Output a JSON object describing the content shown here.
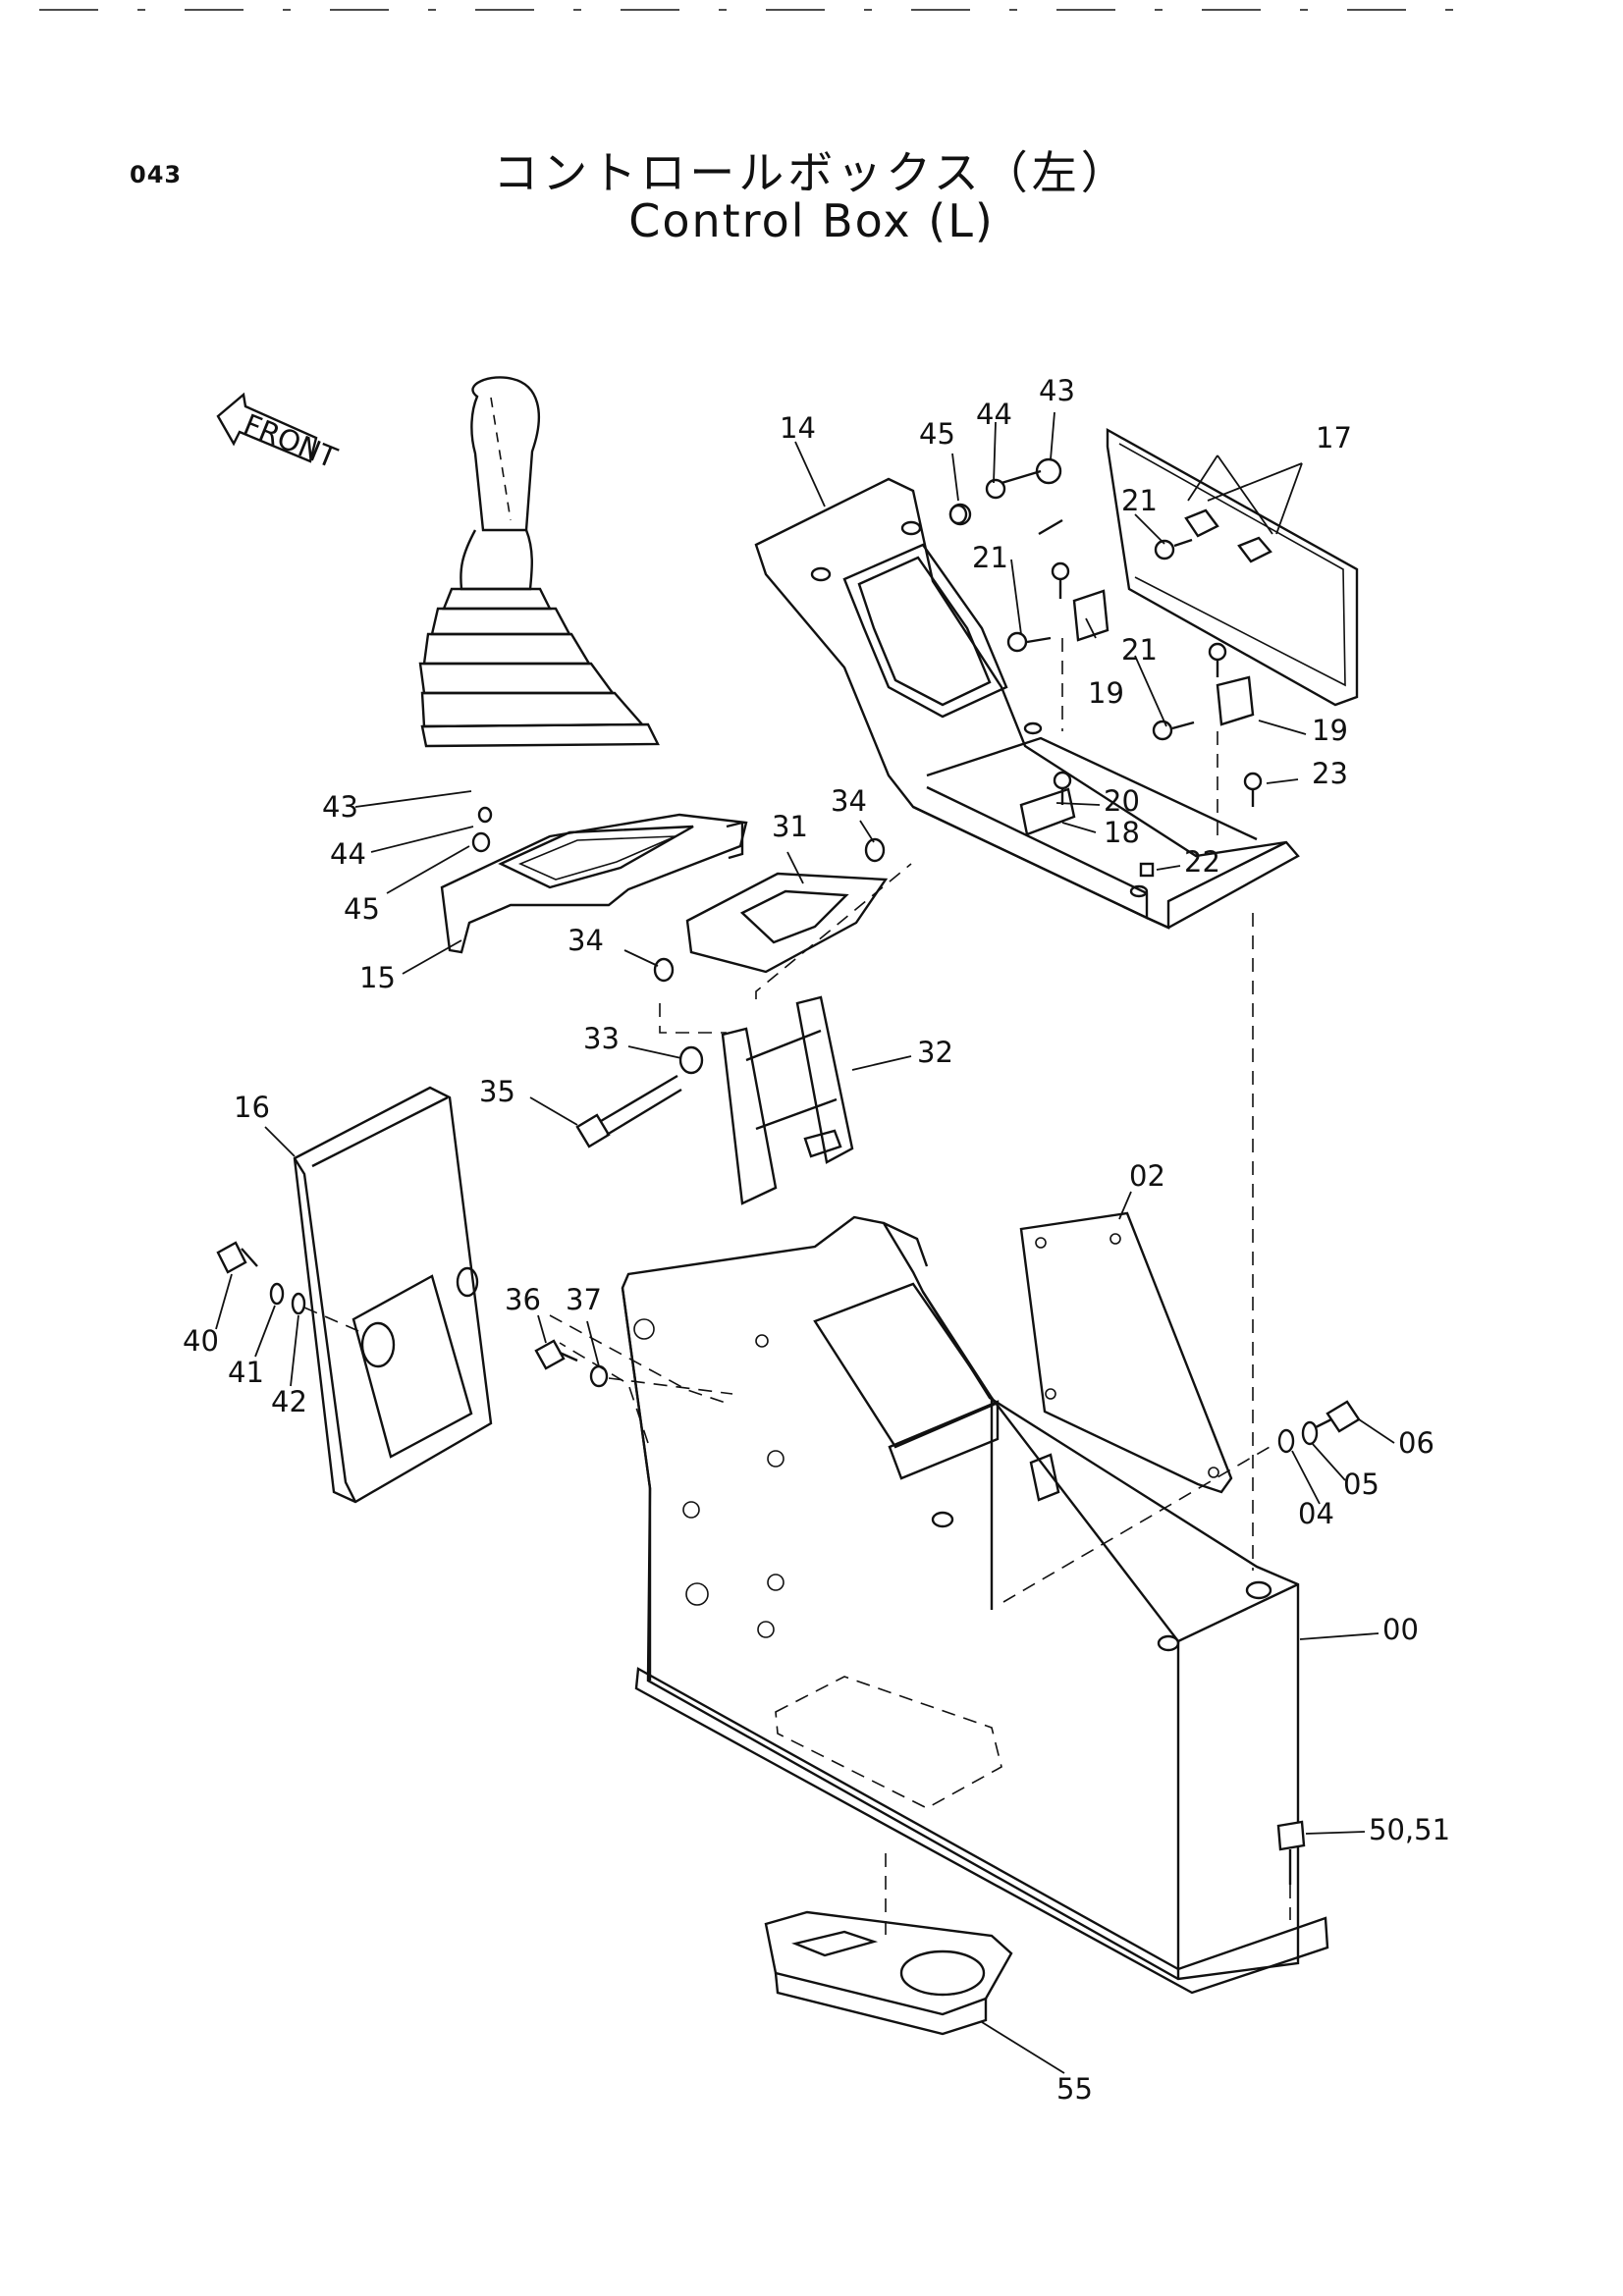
{
  "header": {
    "page_number": "043",
    "title_jp": "コントロールボックス（左）",
    "title_en": "Control Box (L)"
  },
  "front_arrow_label": "FRONT",
  "callouts": [
    "00",
    "02",
    "04",
    "05",
    "06",
    "14",
    "15",
    "16",
    "17",
    "18",
    "19",
    "19",
    "20",
    "21",
    "21",
    "21",
    "22",
    "23",
    "31",
    "32",
    "33",
    "34",
    "34",
    "35",
    "36",
    "37",
    "40",
    "41",
    "42",
    "43",
    "43",
    "44",
    "44",
    "45",
    "45",
    "50,51",
    "55"
  ],
  "colors": {
    "ink": "#111111",
    "paper": "#ffffff"
  }
}
